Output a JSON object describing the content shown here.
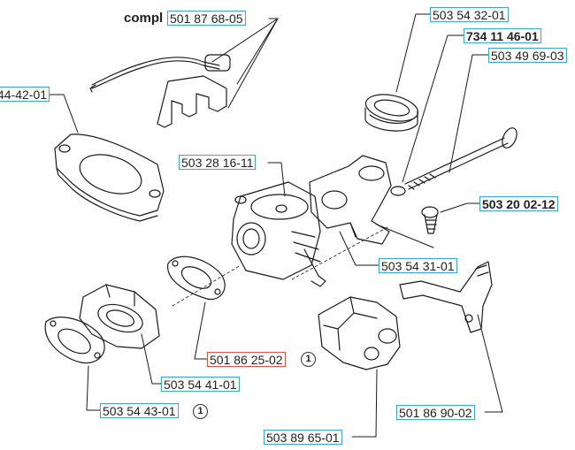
{
  "diagram": {
    "compl_prefix": "compl",
    "labels": {
      "fuel_line": "501 87 68-05",
      "gasket_left": "44-42-01",
      "intake_boot": "503 54 32-01",
      "filter_nut": "734 11 46-01",
      "stud": "503 49 69-03",
      "carburetor": "503 28 16-11",
      "screw": "503 20 02-12",
      "bracket": "503 54 31-01",
      "gasket_small": "501 86 25-02",
      "insulator": "503 54 41-01",
      "gasket_bottom": "503 54 43-01",
      "lever": "501 86 90-02",
      "air_box": "503 89 65-01"
    },
    "note_marker": "1"
  }
}
